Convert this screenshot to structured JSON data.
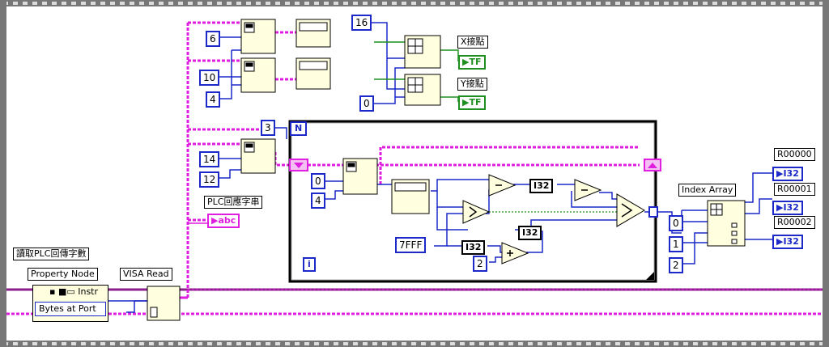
{
  "constants": {
    "c6": "6",
    "c10": "10",
    "c4a": "4",
    "c16": "16",
    "c0a": "0",
    "c14": "14",
    "c12": "12",
    "c3": "3",
    "c0b": "0",
    "c4b": "4",
    "c7fff": "7FFF",
    "c2a": "2",
    "idx0": "0",
    "idx1": "1",
    "idx2": "2"
  },
  "labels": {
    "x_contact": "X接點",
    "y_contact": "Y接點",
    "plc_reply_string": "PLC回應字串",
    "read_plc_reply_count": "讀取PLC回傳字數",
    "property_node": "Property Node",
    "visa_read": "VISA Read",
    "index_array": "Index Array",
    "r00000": "R00000",
    "r00001": "R00001",
    "r00002": "R00002"
  },
  "property_node": {
    "instr": "Instr",
    "bytes_at_port": "Bytes at Port"
  },
  "terminals": {
    "tf1": "TF",
    "tf2": "TF",
    "abc": "abc",
    "i32": "I32",
    "loop_n": "N",
    "loop_i": "i"
  }
}
